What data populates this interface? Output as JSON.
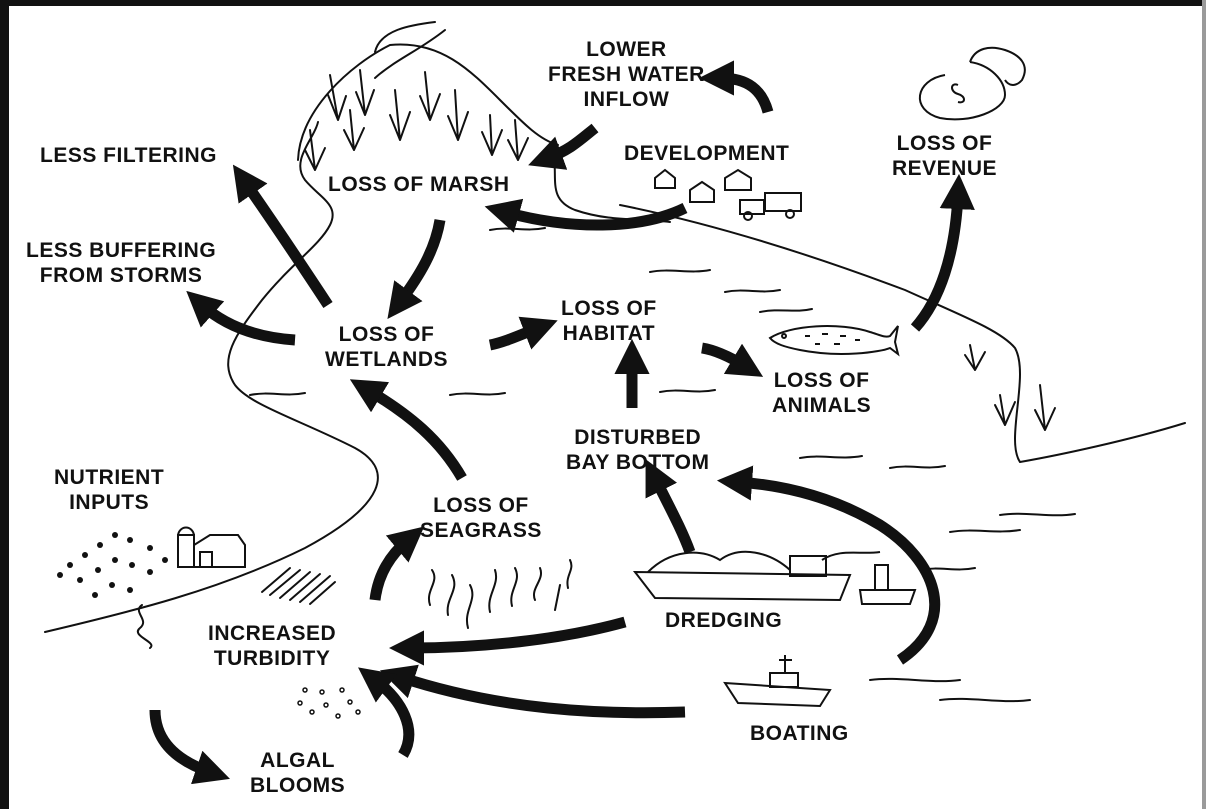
{
  "diagram": {
    "nodes": {
      "lower_fresh_water_inflow": [
        "LOWER",
        "FRESH WATER",
        "INFLOW"
      ],
      "less_filtering": [
        "LESS FILTERING"
      ],
      "loss_of_marsh": [
        "LOSS OF MARSH"
      ],
      "development": [
        "DEVELOPMENT"
      ],
      "loss_of_revenue": [
        "LOSS OF",
        "REVENUE"
      ],
      "less_buffering": [
        "LESS BUFFERING",
        "FROM STORMS"
      ],
      "loss_of_wetlands": [
        "LOSS OF",
        "WETLANDS"
      ],
      "loss_of_habitat": [
        "LOSS OF",
        "HABITAT"
      ],
      "loss_of_animals": [
        "LOSS OF",
        "ANIMALS"
      ],
      "disturbed_bay_bottom": [
        "DISTURBED",
        "BAY BOTTOM"
      ],
      "nutrient_inputs": [
        "NUTRIENT",
        "INPUTS"
      ],
      "loss_of_seagrass": [
        "LOSS OF",
        "SEAGRASS"
      ],
      "increased_turbidity": [
        "INCREASED",
        "TURBIDITY"
      ],
      "dredging": [
        "DREDGING"
      ],
      "algal_blooms": [
        "ALGAL",
        "BLOOMS"
      ],
      "boating": [
        "BOATING"
      ]
    },
    "edges": [
      {
        "from": "development",
        "to": "lower_fresh_water_inflow"
      },
      {
        "from": "lower_fresh_water_inflow",
        "to": "loss_of_marsh"
      },
      {
        "from": "development",
        "to": "loss_of_marsh"
      },
      {
        "from": "loss_of_marsh",
        "to": "loss_of_wetlands"
      },
      {
        "from": "loss_of_wetlands",
        "to": "less_filtering"
      },
      {
        "from": "loss_of_wetlands",
        "to": "less_buffering"
      },
      {
        "from": "loss_of_wetlands",
        "to": "loss_of_habitat"
      },
      {
        "from": "loss_of_habitat",
        "to": "loss_of_animals"
      },
      {
        "from": "loss_of_animals",
        "to": "loss_of_revenue"
      },
      {
        "from": "disturbed_bay_bottom",
        "to": "loss_of_habitat"
      },
      {
        "from": "dredging",
        "to": "disturbed_bay_bottom"
      },
      {
        "from": "boating",
        "to": "disturbed_bay_bottom"
      },
      {
        "from": "loss_of_seagrass",
        "to": "loss_of_wetlands"
      },
      {
        "from": "increased_turbidity",
        "to": "loss_of_seagrass"
      },
      {
        "from": "dredging",
        "to": "increased_turbidity"
      },
      {
        "from": "boating",
        "to": "increased_turbidity"
      },
      {
        "from": "nutrient_inputs",
        "to": "algal_blooms"
      },
      {
        "from": "algal_blooms",
        "to": "increased_turbidity"
      }
    ]
  },
  "colors": {
    "ink": "#111111",
    "background": "#ffffff"
  }
}
